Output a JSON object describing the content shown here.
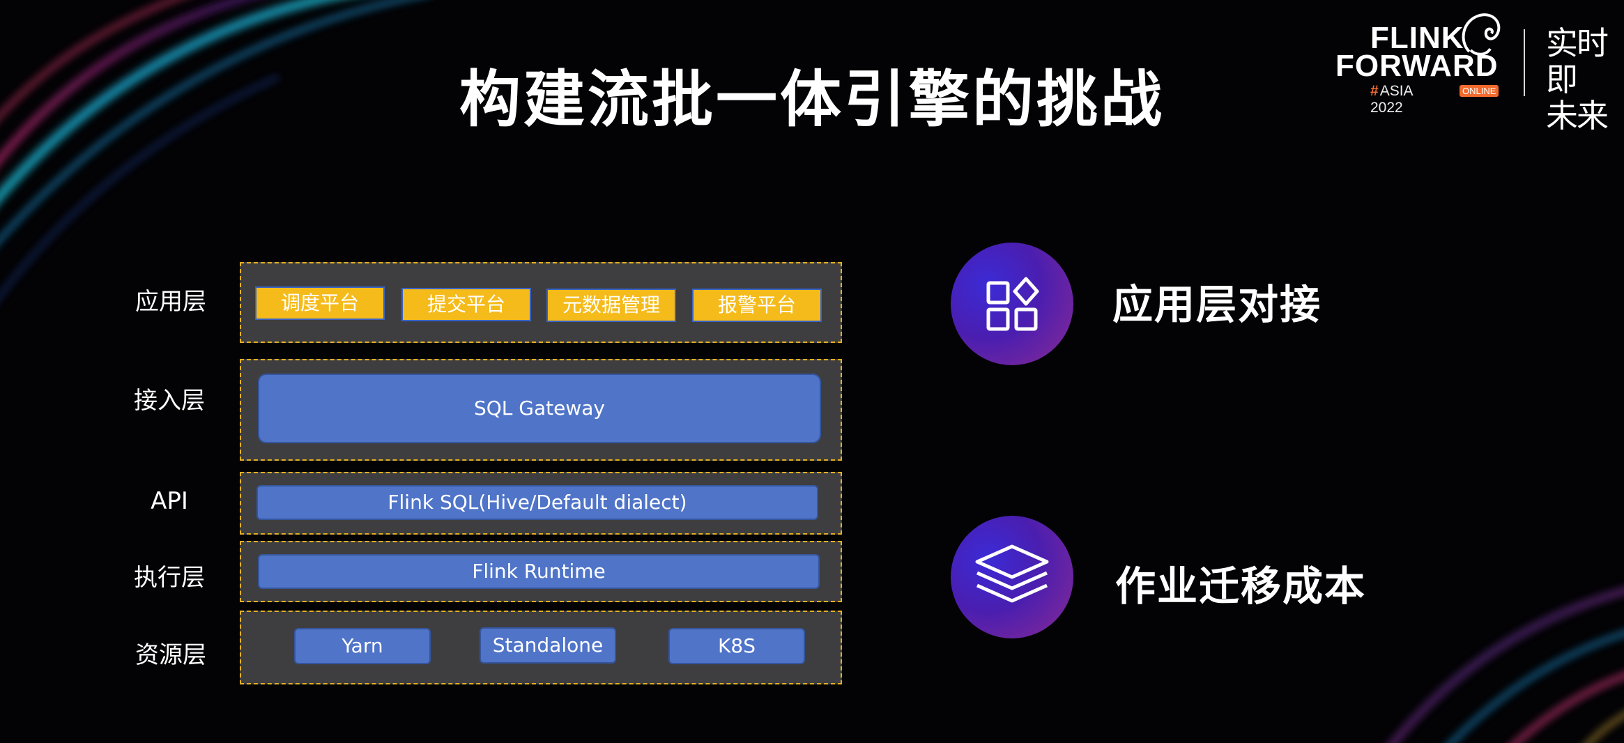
{
  "title": "构建流批一体引擎的挑战",
  "logo": {
    "line1": "FLINK",
    "line2": "FORWARD",
    "hash": "#",
    "event": "ASIA 2022",
    "badge": "ONLINE",
    "slogan_line1": "实时即",
    "slogan_line2": "未来"
  },
  "diagram": {
    "layers": [
      {
        "label": "应用层",
        "items": [
          "调度平台",
          "提交平台",
          "元数据管理",
          "报警平台"
        ]
      },
      {
        "label": "接入层",
        "items": [
          "SQL Gateway"
        ]
      },
      {
        "label": "API",
        "items": [
          "Flink SQL(Hive/Default dialect)"
        ]
      },
      {
        "label": "执行层",
        "items": [
          "Flink Runtime"
        ]
      },
      {
        "label": "资源层",
        "items": [
          "Yarn",
          "Standalone",
          "K8S"
        ]
      }
    ]
  },
  "challenges": [
    {
      "icon": "app-grid-icon",
      "label": "应用层对接"
    },
    {
      "icon": "layers-stack-icon",
      "label": "作业迁移成本"
    }
  ],
  "colors": {
    "background": "#030305",
    "band": "#3e3e40",
    "band_border": "#e3b021",
    "yellow_button": "#f5bb1a",
    "blue_bar": "#4f74c8",
    "accent_orange": "#f26b2e"
  }
}
